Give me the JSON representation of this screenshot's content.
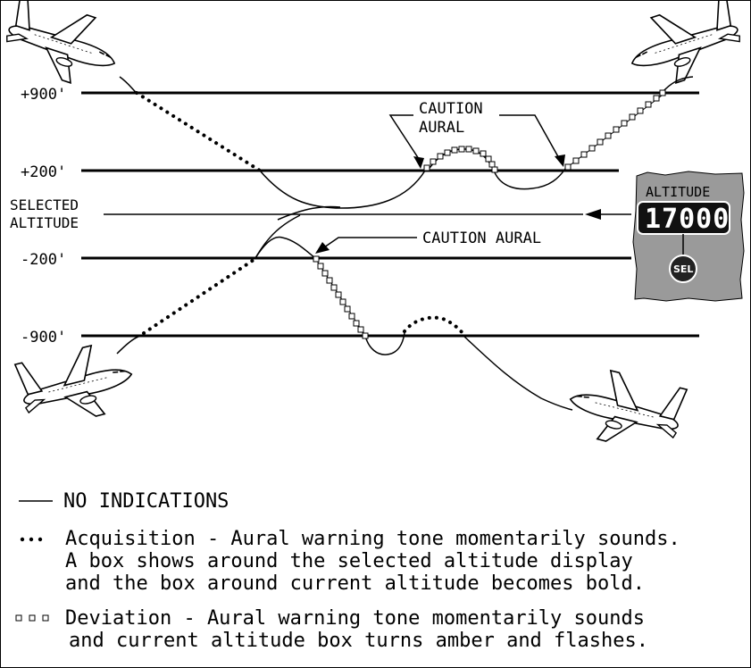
{
  "levels": {
    "plus900": "+900'",
    "plus200": "+200'",
    "selected_line1": "SELECTED",
    "selected_line2": "ALTITUDE",
    "minus200": "-200'",
    "minus900": "-900'"
  },
  "callouts": {
    "upper_line1": "CAUTION",
    "upper_line2": "AURAL",
    "lower": "CAUTION AURAL"
  },
  "panel": {
    "title": "ALTITUDE",
    "value": "17000",
    "button": "SEL"
  },
  "legend": {
    "none": "NO INDICATIONS",
    "acquisition": [
      "Acquisition - Aural warning tone momentarily sounds.",
      "A box shows around the selected altitude display",
      "and the box around current altitude becomes bold."
    ],
    "deviation": [
      "Deviation - Aural warning tone momentarily sounds",
      "and current altitude box turns amber and flashes."
    ]
  },
  "colors": {
    "ink": "#000000",
    "panel_bg": "#9a9a9a",
    "display_bg": "#111111"
  }
}
